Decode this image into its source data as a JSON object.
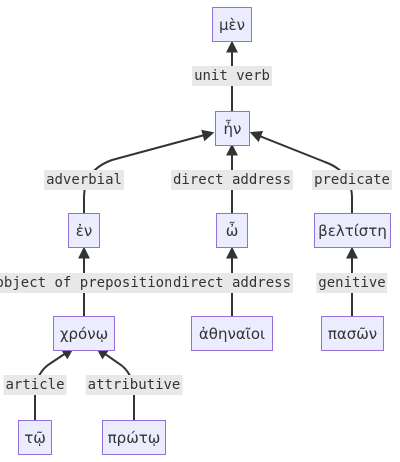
{
  "nodes": {
    "men": "μὲν",
    "en_verb": "ἦν",
    "en_prep": "ἐν",
    "o": "ὦ",
    "beltiste": "βελτίστη",
    "chrono": "χρόνῳ",
    "athenaioi": "ἀθηναῖοι",
    "pason": "πασῶν",
    "to": "τῷ",
    "proto": "πρώτῳ"
  },
  "edges": {
    "unit_verb": "unit verb",
    "adverbial": "adverbial",
    "direct_address_1": "direct address",
    "predicate": "predicate",
    "object_of_preposition": "object of preposition",
    "direct_address_2": "direct address",
    "genitive": "genitive",
    "article": "article",
    "attributive": "attributive"
  },
  "colors": {
    "node_fill": "#ececff",
    "node_border": "#9370db",
    "edge": "#333333",
    "label_bg": "#e8e8e8"
  }
}
